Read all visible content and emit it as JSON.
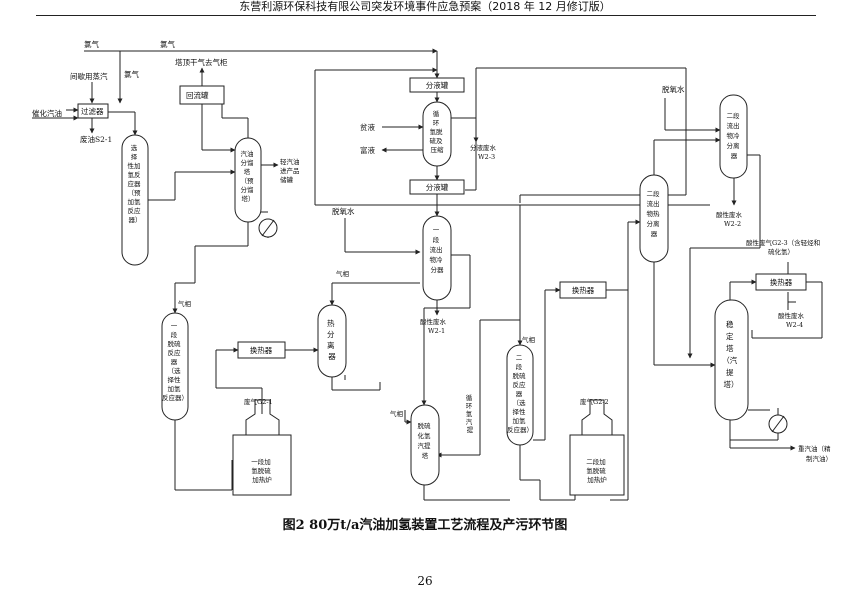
{
  "header": {
    "text": "东营利源环保科技有限公司突发环境事件应急预案（2018 年 12 月修订版）"
  },
  "caption": "图2 80万t/a汽油加氢装置工艺流程及产污环节图",
  "page_number": "26",
  "labels": {
    "chlorine_1": "氯气",
    "chlorine_2": "氯气",
    "chlorine_3": "氯气",
    "steam": "间歇用蒸汽",
    "catalytic_gasoline": "催化汽油",
    "filter": "过滤器",
    "waste_oil": "废油S2-1",
    "tower_top_gas": "塔顶干气去气柜",
    "reflux_tank": "回流罐",
    "selective_reactor": [
      "选",
      "择",
      "性加",
      "氢反",
      "应器",
      "（预",
      "加氢",
      "反应",
      "器）"
    ],
    "splitter": [
      "汽油",
      "分馏",
      "塔",
      "（预",
      "分馏",
      "塔）"
    ],
    "light_gasoline": [
      "轻汽油",
      "进产品",
      "储罐"
    ],
    "sep_tank_top": "分液罐",
    "sep_tank_bottom": "分液罐",
    "lean_liquid": "贫液",
    "rich_liquid": "富液",
    "circ_h2": [
      "循",
      "环",
      "氢脱",
      "硫及",
      "压缩"
    ],
    "sep_waste_water": [
      "分液废水",
      "W2-3"
    ],
    "deox_water_1": "脱氧水",
    "deox_water_2": "脱氧水",
    "cold_sep_1": [
      "一",
      "段",
      "流出",
      "物冷",
      "分器"
    ],
    "acid_water_1": [
      "酸性废水",
      "W2-1"
    ],
    "gas_phase_1": "气相",
    "gas_phase_2": "气相",
    "gas_phase_3": "气相",
    "gas_phase_4": "气相",
    "hds_reactor_1": [
      "一",
      "段",
      "脱硫",
      "反应",
      "器",
      "（选",
      "择性",
      "加氢",
      "反应器）"
    ],
    "hot_sep": [
      "热",
      "分",
      "离",
      "器"
    ],
    "heat_exchanger_1": "换热器",
    "heat_exchanger_2": "换热器",
    "heat_exchanger_3": "换热器",
    "waste_gas_1": "废气G2-1",
    "waste_gas_2": "废气G2-2",
    "furnace_1": [
      "一段加",
      "氢脱硫",
      "加热炉"
    ],
    "furnace_2": [
      "二段加",
      "氢脱硫",
      "加热炉"
    ],
    "stripper": [
      "脱硫",
      "化氢",
      "汽提",
      "塔"
    ],
    "circ_h2_vertical": [
      "循",
      "环",
      "氢",
      "汽",
      "提"
    ],
    "hds_reactor_2": [
      "二",
      "段",
      "脱硫",
      "反应",
      "器",
      "（选",
      "择性",
      "加氢",
      "反应器）"
    ],
    "hot_sep_2": [
      "二段",
      "流出",
      "物热",
      "分离",
      "器"
    ],
    "cold_sep_2": [
      "二段",
      "流出",
      "物冷",
      "分离",
      "器"
    ],
    "acid_water_2": [
      "酸性废水",
      "W2-2"
    ],
    "waste_gas_3": [
      "酸性废气G2-3（含轻烃和",
      "硫化氢）"
    ],
    "acid_water_4": [
      "酸性废水",
      "W2-4"
    ],
    "stabilizer": [
      "稳",
      "定",
      "塔",
      "（汽",
      "提",
      "塔）"
    ],
    "heavy_gasoline": [
      "重汽油（精",
      "制汽油）"
    ]
  }
}
